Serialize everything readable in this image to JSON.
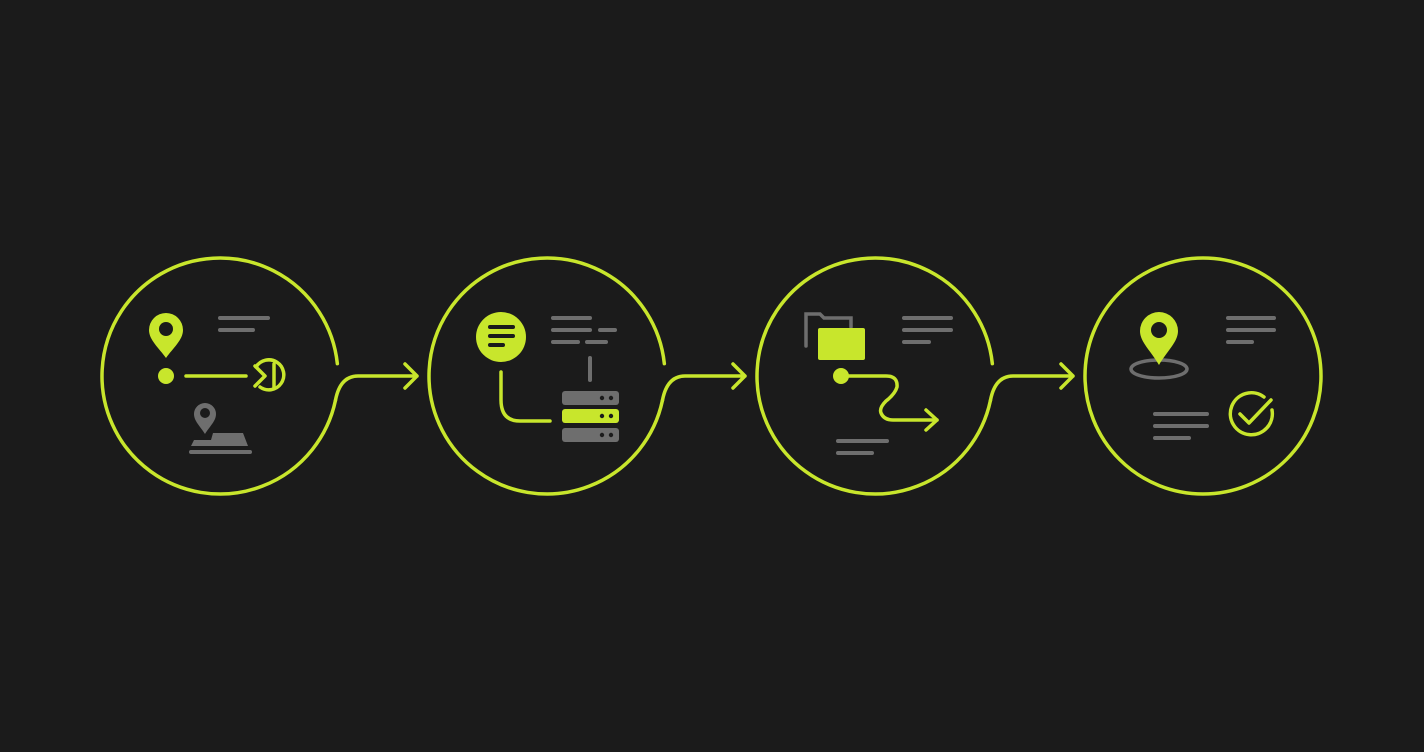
{
  "colors": {
    "background": "#1b1b1b",
    "accent": "#c8e62c",
    "muted": "#6e6e6e"
  },
  "steps": [
    {
      "icons": [
        "map-pin-icon",
        "route-line",
        "skip-forward-icon",
        "location-platform-icon",
        "text-lines"
      ]
    },
    {
      "icons": [
        "message-icon",
        "text-lines",
        "server-stack-icon"
      ]
    },
    {
      "icons": [
        "folder-icon",
        "winding-route-arrow",
        "text-lines"
      ]
    },
    {
      "icons": [
        "map-pin-target-icon",
        "text-lines",
        "check-circle-icon"
      ]
    }
  ],
  "connectors": 3
}
